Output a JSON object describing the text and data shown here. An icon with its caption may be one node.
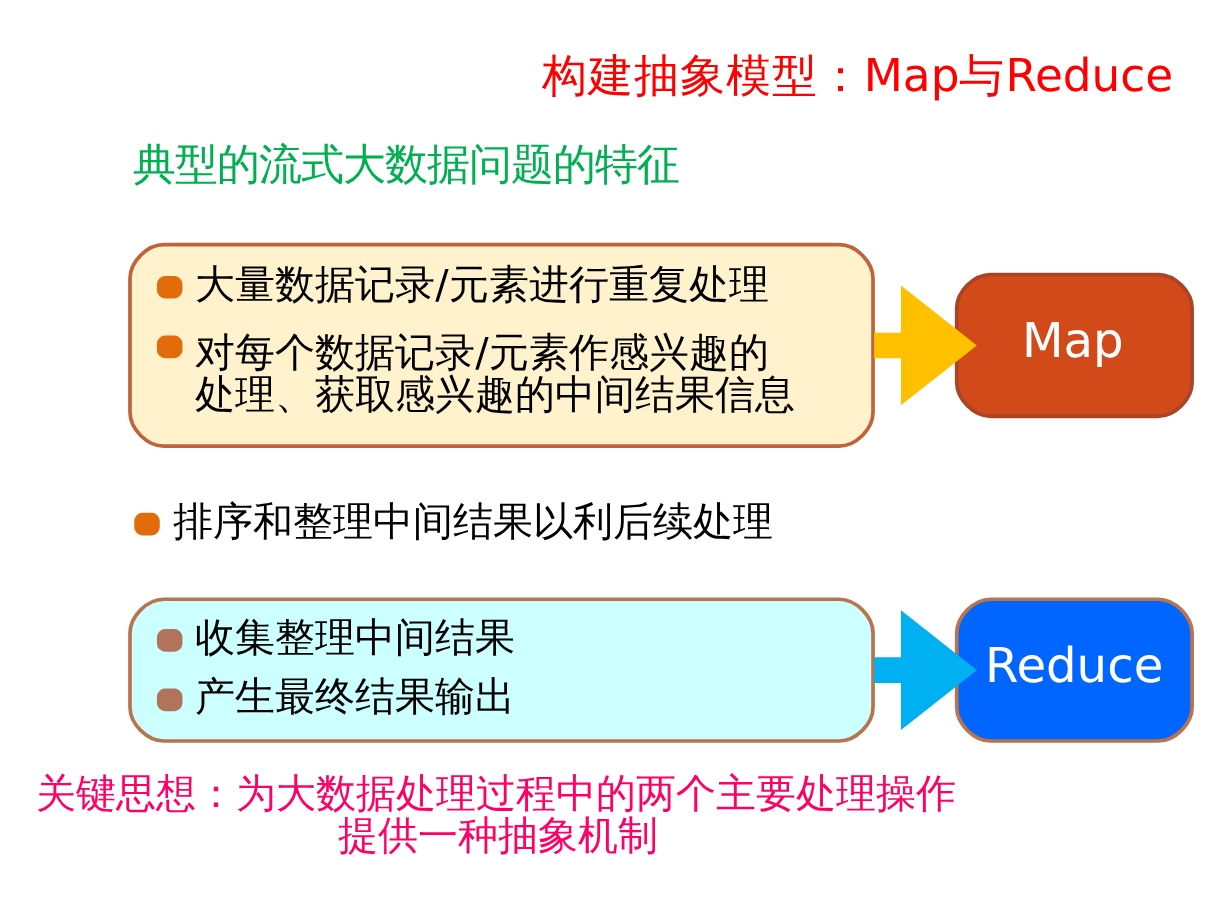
{
  "diagram": {
    "title": "构建抽象模型：Map与Reduce",
    "nodes": [
      {
        "text": [
          "大量数据记录/元素进行重复处理",
          "对每个数据记录/元素作感兴趣的处理、获取感兴趣的中间结果信息"
        ]
      },
      {
        "text": [
          "Map"
        ]
      },
      {
        "text": [
          "收集整理中间结果",
          "产生最终结果输出"
        ]
      },
      {
        "text": [
          "Reduce"
        ]
      }
    ],
    "edges": [
      {
        "from": 0,
        "to": 1,
        "arrow": "to",
        "color": "#ffc000"
      },
      {
        "from": 2,
        "to": 3,
        "arrow": "to",
        "color": "#00b0f0"
      }
    ],
    "labels": [
      "典型的流式大数据问题的特征",
      "排序和整理中间结果以利后续处理",
      "关键思想：为大数据处理过程中的两个主要处理操作提供一种抽象机制"
    ]
  }
}
